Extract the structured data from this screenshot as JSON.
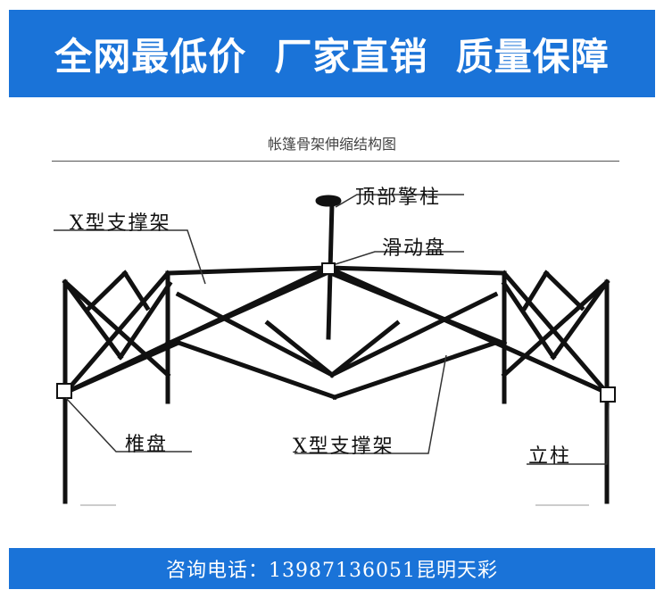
{
  "banner": {
    "slogan": "全网最低价  厂家直销  质量保障",
    "background": "#1a73d8"
  },
  "diagram": {
    "title": "帐篷骨架伸缩结构图",
    "labels": {
      "top_pole": "顶部擎柱",
      "slide_disc": "滑动盘",
      "x_brace_top": "X型支撑架",
      "cone_disc": "椎盘",
      "x_brace_bottom": "X型支撑架",
      "upright": "立柱"
    },
    "frame_color": "#111111"
  },
  "footer": {
    "contact": "咨询电话：13987136051昆明天彩",
    "background": "#1a73d8"
  }
}
